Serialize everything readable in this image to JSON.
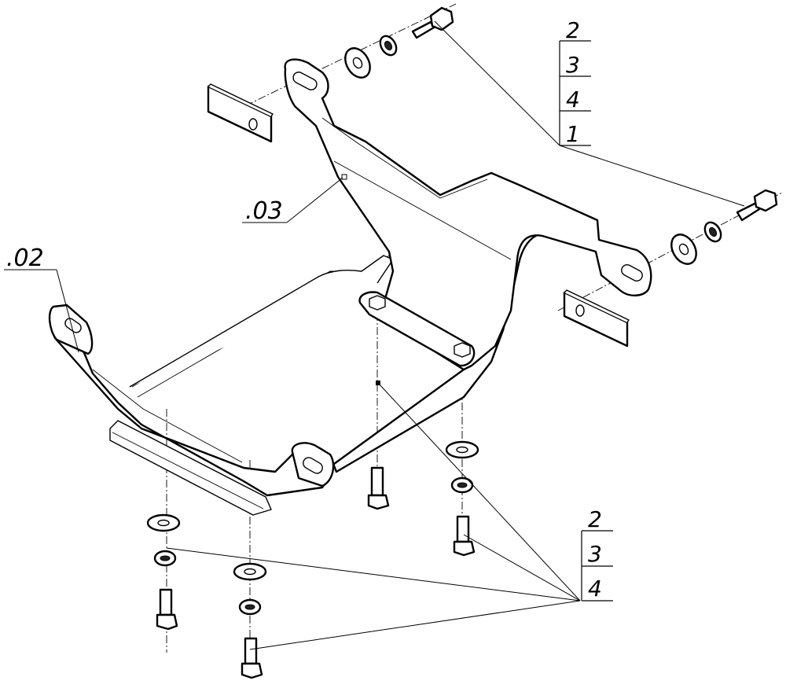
{
  "callouts": {
    "part_02": ".02",
    "part_03": ".03"
  },
  "top_stack": [
    "2",
    "3",
    "4",
    "1"
  ],
  "bottom_stack": [
    "2",
    "3",
    "4"
  ]
}
